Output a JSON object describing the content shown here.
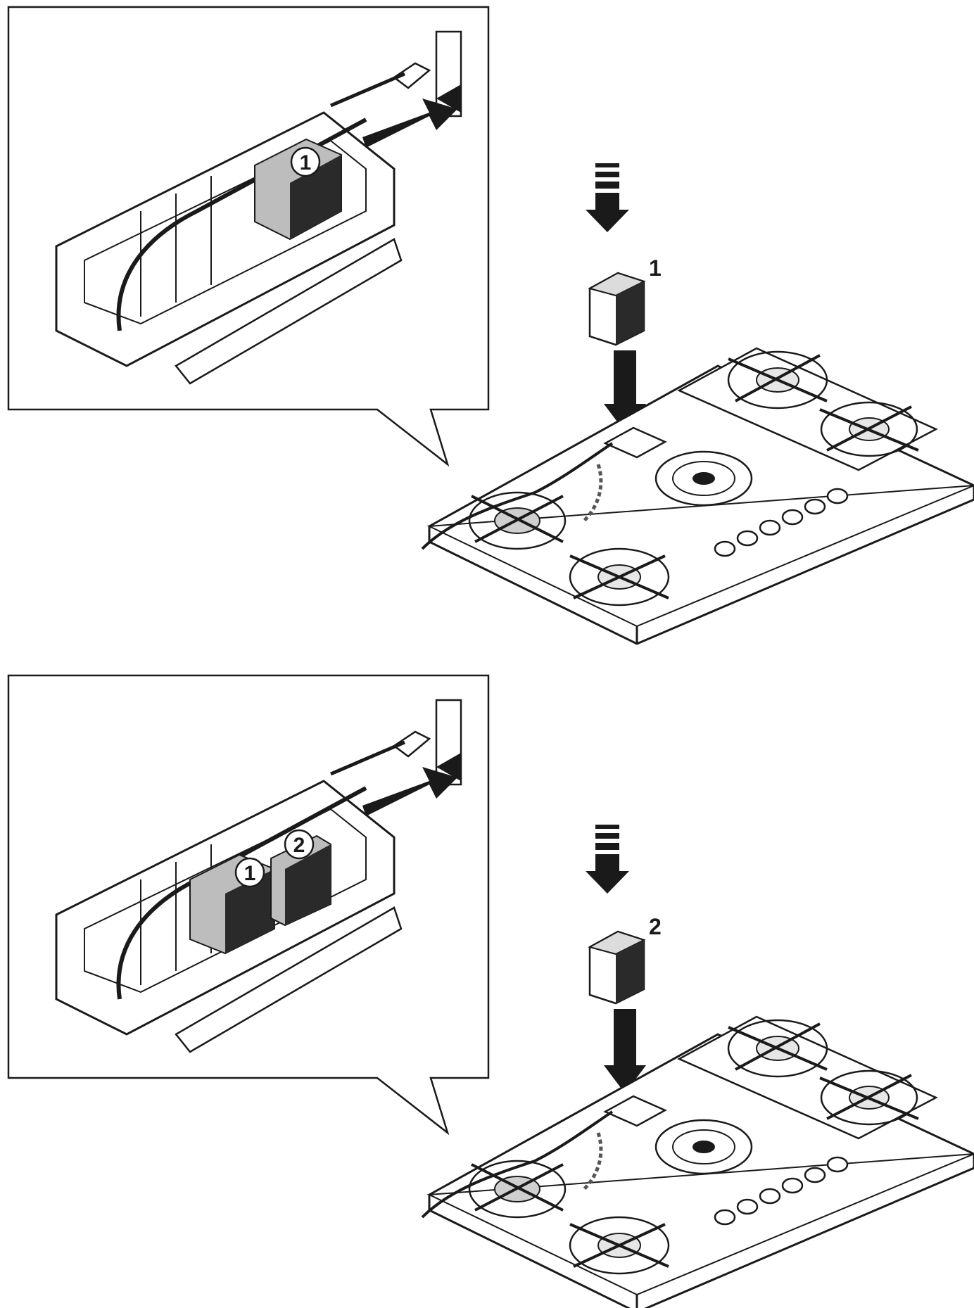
{
  "steps": [
    {
      "callout_markers": [
        "1"
      ],
      "item_label": "1"
    },
    {
      "callout_markers": [
        "1",
        "2"
      ],
      "item_label": "2"
    }
  ],
  "colors": {
    "line": "#1a1a1a",
    "filter_grey": "#bdbdbd",
    "filter_dark": "#2a2a2a",
    "arrow": "#1a1a1a",
    "background": "#ffffff"
  }
}
